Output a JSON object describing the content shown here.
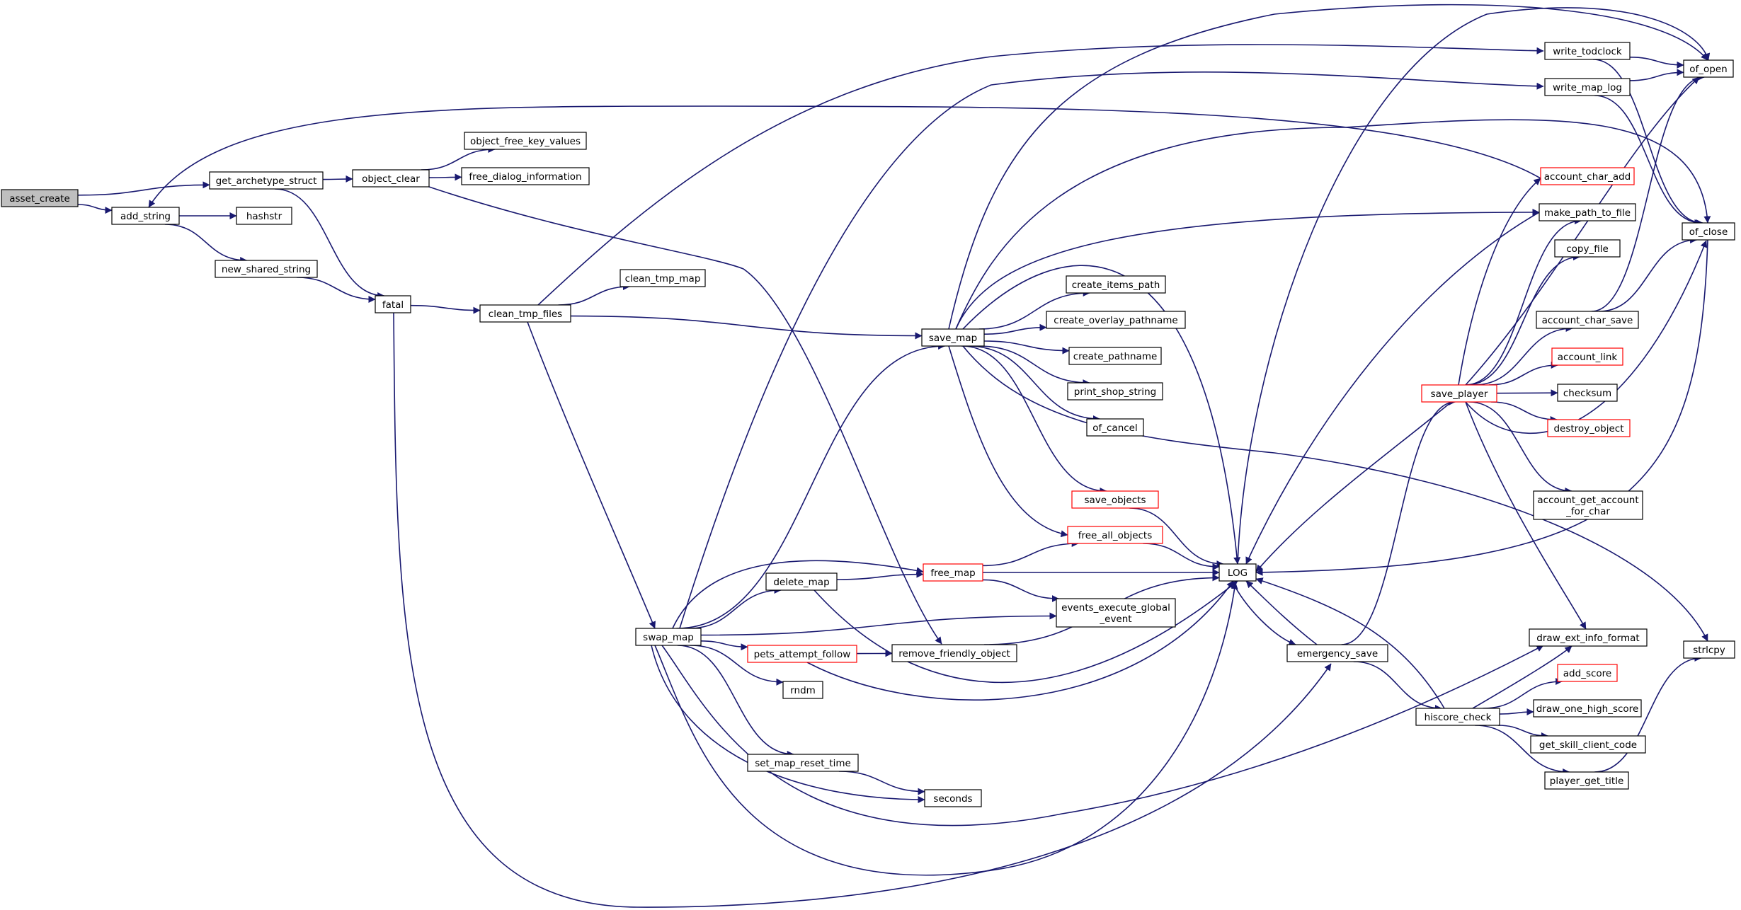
{
  "colors": {
    "edge": "#191970",
    "node_border": "#000000",
    "node_border_incomplete": "#ff0000",
    "node_fill": "#ffffff",
    "root_fill": "#bfbfbf",
    "text": "#000000"
  },
  "nodes": [
    {
      "id": "asset_create",
      "label": "asset_create",
      "root": true
    },
    {
      "id": "add_string",
      "label": "add_string"
    },
    {
      "id": "get_archetype_struct",
      "label": "get_archetype_struct"
    },
    {
      "id": "hashstr",
      "label": "hashstr"
    },
    {
      "id": "new_shared_string",
      "label": "new_shared_string"
    },
    {
      "id": "object_clear",
      "label": "object_clear"
    },
    {
      "id": "object_free_key_values",
      "label": "object_free_key_values"
    },
    {
      "id": "free_dialog_information",
      "label": "free_dialog_information"
    },
    {
      "id": "fatal",
      "label": "fatal"
    },
    {
      "id": "clean_tmp_files",
      "label": "clean_tmp_files"
    },
    {
      "id": "clean_tmp_map",
      "label": "clean_tmp_map"
    },
    {
      "id": "save_map",
      "label": "save_map"
    },
    {
      "id": "swap_map",
      "label": "swap_map"
    },
    {
      "id": "delete_map",
      "label": "delete_map"
    },
    {
      "id": "pets_attempt_follow",
      "label": "pets_attempt_follow",
      "red": true
    },
    {
      "id": "rndm",
      "label": "rndm"
    },
    {
      "id": "set_map_reset_time",
      "label": "set_map_reset_time"
    },
    {
      "id": "seconds",
      "label": "seconds"
    },
    {
      "id": "free_map",
      "label": "free_map",
      "red": true
    },
    {
      "id": "remove_friendly_object",
      "label": "remove_friendly_object"
    },
    {
      "id": "create_items_path",
      "label": "create_items_path"
    },
    {
      "id": "create_overlay_pathname",
      "label": "create_overlay_pathname"
    },
    {
      "id": "create_pathname",
      "label": "create_pathname"
    },
    {
      "id": "print_shop_string",
      "label": "print_shop_string"
    },
    {
      "id": "of_cancel",
      "label": "of_cancel"
    },
    {
      "id": "save_objects",
      "label": "save_objects",
      "red": true
    },
    {
      "id": "free_all_objects",
      "label": "free_all_objects",
      "red": true
    },
    {
      "id": "events_execute_global_event",
      "label": "events_execute_global\n_event"
    },
    {
      "id": "LOG",
      "label": "LOG"
    },
    {
      "id": "emergency_save",
      "label": "emergency_save"
    },
    {
      "id": "write_todclock",
      "label": "write_todclock"
    },
    {
      "id": "write_map_log",
      "label": "write_map_log"
    },
    {
      "id": "account_char_add",
      "label": "account_char_add",
      "red": true
    },
    {
      "id": "make_path_to_file",
      "label": "make_path_to_file"
    },
    {
      "id": "copy_file",
      "label": "copy_file"
    },
    {
      "id": "account_char_save",
      "label": "account_char_save"
    },
    {
      "id": "account_link",
      "label": "account_link",
      "red": true
    },
    {
      "id": "save_player",
      "label": "save_player",
      "red": true
    },
    {
      "id": "checksum",
      "label": "checksum"
    },
    {
      "id": "destroy_object",
      "label": "destroy_object",
      "red": true
    },
    {
      "id": "account_get_account_for_char",
      "label": "account_get_account\n_for_char"
    },
    {
      "id": "draw_ext_info_format",
      "label": "draw_ext_info_format"
    },
    {
      "id": "add_score",
      "label": "add_score",
      "red": true
    },
    {
      "id": "hiscore_check",
      "label": "hiscore_check"
    },
    {
      "id": "draw_one_high_score",
      "label": "draw_one_high_score"
    },
    {
      "id": "get_skill_client_code",
      "label": "get_skill_client_code"
    },
    {
      "id": "player_get_title",
      "label": "player_get_title"
    },
    {
      "id": "of_open",
      "label": "of_open"
    },
    {
      "id": "of_close",
      "label": "of_close"
    },
    {
      "id": "strlcpy",
      "label": "strlcpy"
    }
  ],
  "edges": [
    [
      "asset_create",
      "add_string"
    ],
    [
      "asset_create",
      "get_archetype_struct"
    ],
    [
      "add_string",
      "hashstr"
    ],
    [
      "add_string",
      "new_shared_string"
    ],
    [
      "get_archetype_struct",
      "object_clear"
    ],
    [
      "get_archetype_struct",
      "fatal"
    ],
    [
      "new_shared_string",
      "fatal"
    ],
    [
      "object_clear",
      "object_free_key_values"
    ],
    [
      "object_clear",
      "free_dialog_information"
    ],
    [
      "object_clear",
      "remove_friendly_object"
    ],
    [
      "fatal",
      "clean_tmp_files"
    ],
    [
      "fatal",
      "emergency_save"
    ],
    [
      "clean_tmp_files",
      "clean_tmp_map"
    ],
    [
      "clean_tmp_files",
      "save_map"
    ],
    [
      "clean_tmp_files",
      "swap_map"
    ],
    [
      "clean_tmp_files",
      "write_todclock"
    ],
    [
      "swap_map",
      "save_map"
    ],
    [
      "swap_map",
      "delete_map"
    ],
    [
      "swap_map",
      "free_map"
    ],
    [
      "swap_map",
      "pets_attempt_follow"
    ],
    [
      "swap_map",
      "rndm"
    ],
    [
      "swap_map",
      "set_map_reset_time"
    ],
    [
      "swap_map",
      "seconds"
    ],
    [
      "swap_map",
      "events_execute_global_event"
    ],
    [
      "swap_map",
      "LOG"
    ],
    [
      "swap_map",
      "draw_ext_info_format"
    ],
    [
      "swap_map",
      "write_map_log"
    ],
    [
      "delete_map",
      "free_map"
    ],
    [
      "delete_map",
      "LOG"
    ],
    [
      "free_map",
      "free_all_objects"
    ],
    [
      "free_map",
      "events_execute_global_event"
    ],
    [
      "free_map",
      "LOG"
    ],
    [
      "pets_attempt_follow",
      "remove_friendly_object"
    ],
    [
      "pets_attempt_follow",
      "LOG"
    ],
    [
      "set_map_reset_time",
      "seconds"
    ],
    [
      "remove_friendly_object",
      "LOG"
    ],
    [
      "save_map",
      "create_items_path"
    ],
    [
      "save_map",
      "create_overlay_pathname"
    ],
    [
      "save_map",
      "create_pathname"
    ],
    [
      "save_map",
      "print_shop_string"
    ],
    [
      "save_map",
      "of_cancel"
    ],
    [
      "save_map",
      "save_objects"
    ],
    [
      "save_map",
      "free_all_objects"
    ],
    [
      "save_map",
      "LOG"
    ],
    [
      "save_map",
      "make_path_to_file"
    ],
    [
      "save_map",
      "of_close"
    ],
    [
      "save_map",
      "of_open"
    ],
    [
      "save_map",
      "strlcpy"
    ],
    [
      "save_objects",
      "LOG"
    ],
    [
      "free_all_objects",
      "LOG"
    ],
    [
      "LOG",
      "emergency_save"
    ],
    [
      "LOG",
      "of_open"
    ],
    [
      "emergency_save",
      "LOG"
    ],
    [
      "emergency_save",
      "save_player"
    ],
    [
      "emergency_save",
      "hiscore_check"
    ],
    [
      "save_player",
      "account_char_add"
    ],
    [
      "save_player",
      "make_path_to_file"
    ],
    [
      "save_player",
      "copy_file"
    ],
    [
      "save_player",
      "account_char_save"
    ],
    [
      "save_player",
      "account_link"
    ],
    [
      "save_player",
      "checksum"
    ],
    [
      "save_player",
      "destroy_object"
    ],
    [
      "save_player",
      "account_get_account_for_char"
    ],
    [
      "save_player",
      "draw_ext_info_format"
    ],
    [
      "save_player",
      "of_open"
    ],
    [
      "save_player",
      "of_close"
    ],
    [
      "save_player",
      "LOG"
    ],
    [
      "account_char_add",
      "add_string"
    ],
    [
      "make_path_to_file",
      "LOG"
    ],
    [
      "account_char_save",
      "of_open"
    ],
    [
      "account_char_save",
      "of_close"
    ],
    [
      "write_todclock",
      "of_open"
    ],
    [
      "write_todclock",
      "of_close"
    ],
    [
      "write_map_log",
      "of_open"
    ],
    [
      "write_map_log",
      "of_close"
    ],
    [
      "of_close",
      "LOG"
    ],
    [
      "hiscore_check",
      "LOG"
    ],
    [
      "hiscore_check",
      "draw_ext_info_format"
    ],
    [
      "hiscore_check",
      "add_score"
    ],
    [
      "hiscore_check",
      "draw_one_high_score"
    ],
    [
      "hiscore_check",
      "get_skill_client_code"
    ],
    [
      "hiscore_check",
      "player_get_title"
    ],
    [
      "player_get_title",
      "strlcpy"
    ]
  ]
}
